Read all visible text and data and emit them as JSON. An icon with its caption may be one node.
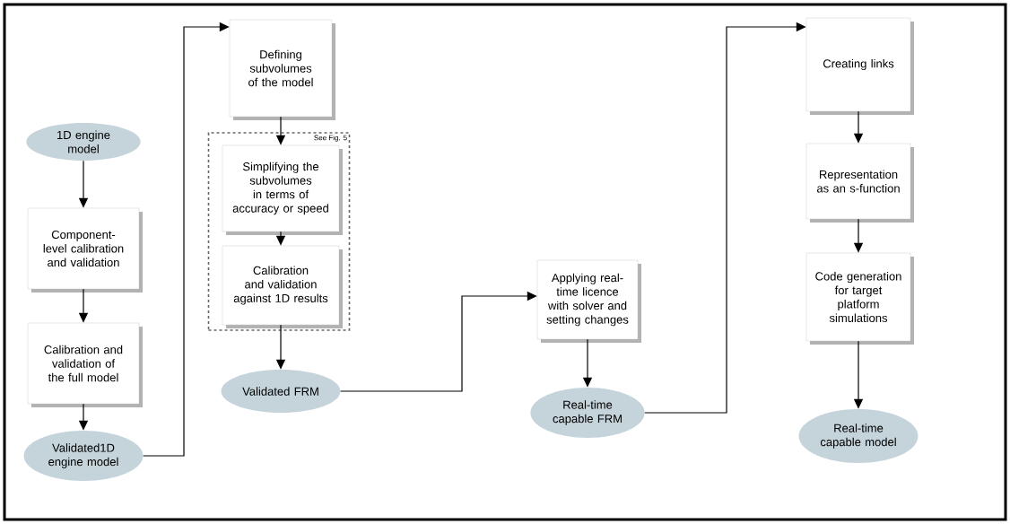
{
  "diagram": {
    "nodes": [
      {
        "text": [
          "1D engine model"
        ]
      },
      {
        "text": [
          "Component-level calibration and validation"
        ]
      },
      {
        "text": [
          "Calibration and validation of the full model"
        ]
      },
      {
        "text": [
          "Validated1D engine model"
        ]
      },
      {
        "text": [
          "Defining subvolumes of the model"
        ]
      },
      {
        "text": [
          "See Fig. 5"
        ]
      },
      {
        "text": [
          "Simplifying the subvolumes in terms of accuracy or speed"
        ],
        "in": 5
      },
      {
        "text": [
          "Calibration and validation against 1D results"
        ],
        "in": 5
      },
      {
        "text": [
          "Validated FRM"
        ]
      },
      {
        "text": [
          "Applying real-time licence with solver and setting changes"
        ]
      },
      {
        "text": [
          "Real-time capable FRM"
        ]
      },
      {
        "text": [
          "Creating links"
        ]
      },
      {
        "text": [
          "Representation as an s-function"
        ]
      },
      {
        "text": [
          "Code generation for target platform simulations"
        ]
      },
      {
        "text": [
          "Real-time capable model"
        ]
      }
    ],
    "edges": [
      {
        "from": 0,
        "to": 1,
        "arrow": "to"
      },
      {
        "from": 1,
        "to": 2,
        "arrow": "to"
      },
      {
        "from": 2,
        "to": 3,
        "arrow": "to"
      },
      {
        "from": 3,
        "to": 4,
        "arrow": "to"
      },
      {
        "from": 4,
        "to": 6,
        "arrow": "to"
      },
      {
        "from": 6,
        "to": 7,
        "arrow": "to"
      },
      {
        "from": 7,
        "to": 8,
        "arrow": "to"
      },
      {
        "from": 8,
        "to": 9,
        "arrow": "to"
      },
      {
        "from": 9,
        "to": 10,
        "arrow": "to"
      },
      {
        "from": 10,
        "to": 11,
        "arrow": "to"
      },
      {
        "from": 11,
        "to": 12,
        "arrow": "to"
      },
      {
        "from": 12,
        "to": 13,
        "arrow": "to"
      },
      {
        "from": 13,
        "to": 14,
        "arrow": "to"
      }
    ]
  }
}
